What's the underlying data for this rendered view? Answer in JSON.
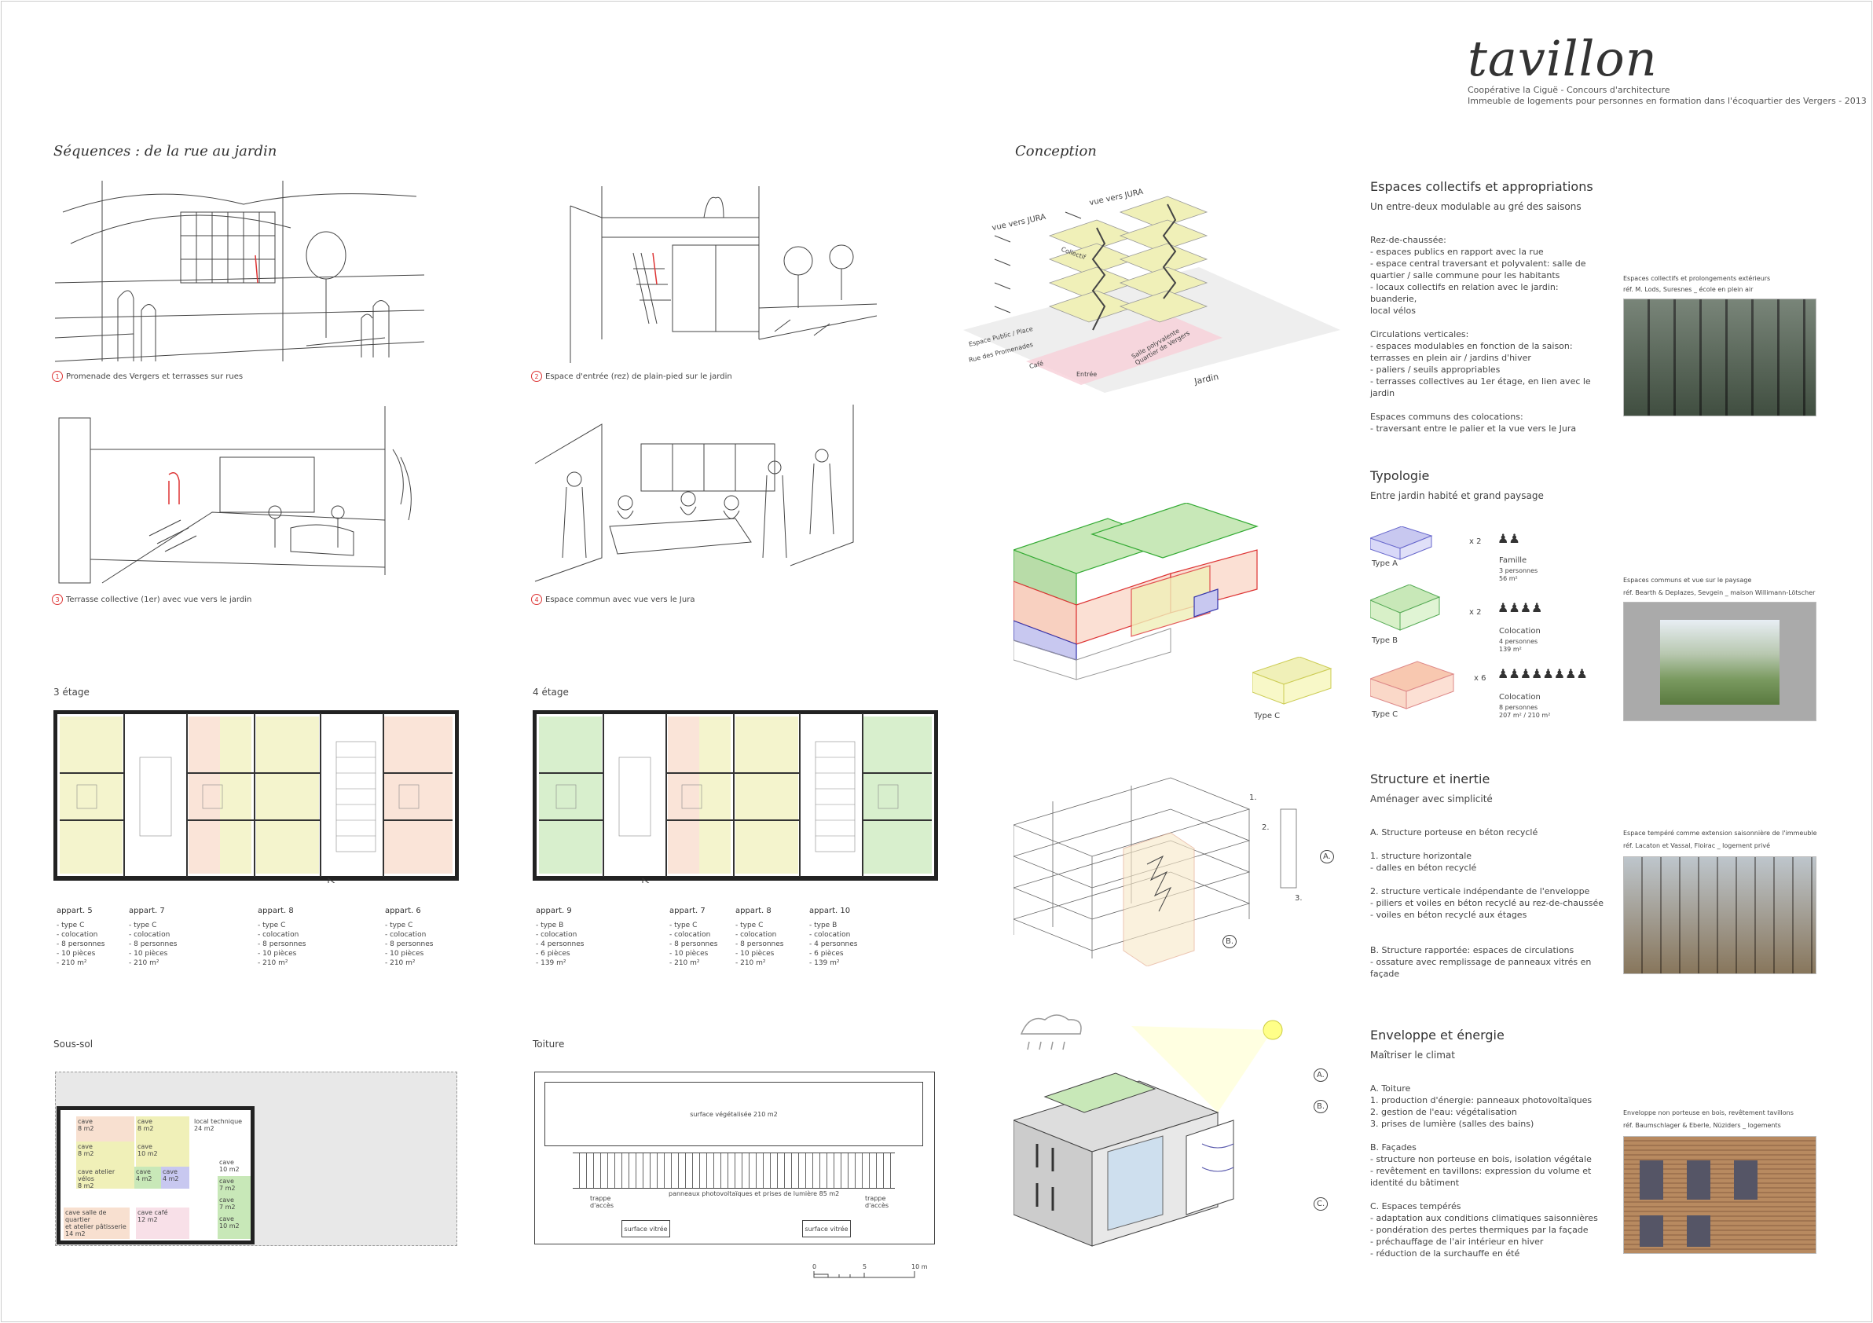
{
  "header": {
    "brand": "tavillon",
    "line1": "Coopérative la Ciguë - Concours d'architecture",
    "line2": "Immeuble de logements pour personnes en formation dans l'écoquartier des Vergers - 2013"
  },
  "sequences": {
    "title": "Séquences : de la rue au jardin",
    "items": [
      {
        "n": "1",
        "caption": "Promenade des Vergers et terrasses sur rues"
      },
      {
        "n": "2",
        "caption": "Espace d'entrée (rez) de plain-pied sur le jardin"
      },
      {
        "n": "3",
        "caption": "Terrasse collective (1er) avec vue vers le jardin"
      },
      {
        "n": "4",
        "caption": "Espace commun avec vue vers le Jura"
      }
    ]
  },
  "plans": {
    "floor3": {
      "title": "3 étage",
      "appts": [
        {
          "name": "appart. 5",
          "info": "- type C\n- colocation\n- 8 personnes\n- 10 pièces\n- 210 m²"
        },
        {
          "name": "appart. 7",
          "info": "- type C\n- colocation\n- 8 personnes\n- 10 pièces\n- 210 m²"
        },
        {
          "name": "appart. 8",
          "info": "- type C\n- colocation\n- 8 personnes\n- 10 pièces\n- 210 m²"
        },
        {
          "name": "appart. 6",
          "info": "- type C\n- colocation\n- 8 personnes\n- 10 pièces\n- 210 m²"
        }
      ]
    },
    "floor4": {
      "title": "4 étage",
      "appts": [
        {
          "name": "appart. 9",
          "info": "- type B\n- colocation\n- 4 personnes\n- 6 pièces\n- 139 m²"
        },
        {
          "name": "appart. 7",
          "info": "- type C\n- colocation\n- 8 personnes\n- 10 pièces\n- 210 m²"
        },
        {
          "name": "appart. 8",
          "info": "- type C\n- colocation\n- 8 personnes\n- 10 pièces\n- 210 m²"
        },
        {
          "name": "appart. 10",
          "info": "- type B\n- colocation\n- 4 personnes\n- 6 pièces\n- 139 m²"
        }
      ]
    },
    "basement": {
      "title": "Sous-sol",
      "rooms": [
        "cave\n8 m2",
        "cave\n8 m2",
        "cave\n8 m2",
        "cave\n10 m2",
        "cave atelier vélos\n8 m2",
        "cave\n4 m2",
        "cave\n4 m2",
        "local technique\n24 m2",
        "cave\n10 m2",
        "cave\n7 m2",
        "cave\n7 m2",
        "cave\n10 m2",
        "cave salle de quartier\net atelier pâtisserie\n14 m2",
        "cave café\n12 m2"
      ]
    },
    "roof": {
      "title": "Toiture",
      "green": "surface végétalisée 210 m2",
      "pv": "panneaux photovoltaïques et prises de lumière 85 m2",
      "hatch": "trappe\nd'accès",
      "glass": "surface vitrée"
    },
    "scale": [
      "0",
      "5",
      "10 m"
    ]
  },
  "conception": {
    "title": "Conception",
    "labels": [
      "vue vers JURA",
      "vue vers JURA",
      "Collectif",
      "Espace Public / Place",
      "Rue des Promenades",
      "Café",
      "Entrée",
      "Salle polyvalente\nQuartier de Vergers",
      "Jardin"
    ],
    "typeC": "Type C",
    "structure_marks": [
      "1.",
      "2.",
      "A.",
      "3.",
      "B."
    ],
    "envelope_marks": [
      "A.",
      "B.",
      "C."
    ]
  },
  "rightcol": {
    "s1": {
      "title": "Espaces collectifs et appropriations",
      "subtitle": "Un entre-deux modulable au gré des saisons",
      "body": "Rez-de-chaussée:\n- espaces publics en rapport avec la rue\n- espace central traversant et polyvalent: salle de\nquartier / salle commune pour les habitants\n- locaux collectifs en relation avec le jardin: buanderie,\nlocal vélos\n\nCirculations verticales:\n- espaces modulables en fonction de la saison:\nterrasses en plein air / jardins d'hiver\n- paliers / seuils appropriables\n- terrasses collectives au 1er étage, en lien avec le\njardin\n\nEspaces communs des colocations:\n- traversant entre le palier et la vue vers le Jura",
      "ref_title": "Espaces collectifs et prolongements extérieurs",
      "ref": "réf. M. Lods, Suresnes _ école en plein air"
    },
    "s2": {
      "title": "Typologie",
      "subtitle": "Entre jardin habité et grand paysage",
      "types": [
        {
          "label": "Type A",
          "count": "x 2",
          "kind": "Famille",
          "people": "3 personnes",
          "area": "56 m²"
        },
        {
          "label": "Type B",
          "count": "x 2",
          "kind": "Colocation",
          "people": "4 personnes",
          "area": "139 m²"
        },
        {
          "label": "Type C",
          "count": "x 6",
          "kind": "Colocation",
          "people": "8 personnes",
          "area": "207 m² / 210 m²"
        }
      ],
      "ref_title": "Espaces communs et vue sur le paysage",
      "ref": "réf. Bearth & Deplazes, Sevgein _ maison Willimann-Lötscher"
    },
    "s3": {
      "title": "Structure et inertie",
      "subtitle": "Aménager avec simplicité",
      "body": "A. Structure porteuse en béton recyclé\n\n1. structure horizontale\n- dalles en béton recyclé\n\n2. structure verticale indépendante de l'enveloppe\n- piliers et voiles en béton recyclé au rez-de-chaussée\n- voiles en béton recyclé aux étages\n\n\nB. Structure rapportée: espaces de circulations\n- ossature avec remplissage de panneaux vitrés en\nfaçade",
      "ref_title": "Espace tempéré comme extension saisonnière de l'immeuble",
      "ref": "réf. Lacaton et Vassal, Floirac _ logement privé"
    },
    "s4": {
      "title": "Enveloppe et énergie",
      "subtitle": "Maîtriser le climat",
      "body": "A. Toiture\n1. production d'énergie: panneaux photovoltaïques\n2. gestion de l'eau: végétalisation\n3. prises de lumière (salles des bains)\n\nB. Façades\n- structure non porteuse en bois, isolation végétale\n- revêtement en tavillons: expression du volume et\nidentité du bâtiment\n\nC. Espaces tempérés\n- adaptation aux conditions climatiques saisonnières\n- pondération des pertes thermiques par la façade\n- préchauffage de l'air intérieur en hiver\n- réduction de la surchauffe en été",
      "ref_title": "Enveloppe non porteuse en bois, revêtement tavillons",
      "ref": "réf. Baumschlager & Eberle, Nüziders _ logements"
    }
  },
  "colors": {
    "typeA": "#c8c8f0",
    "typeB": "#c8e8b8",
    "typeC": "#f8c8b0",
    "collectif": "#f0f0b8",
    "redline": "#d33333"
  }
}
